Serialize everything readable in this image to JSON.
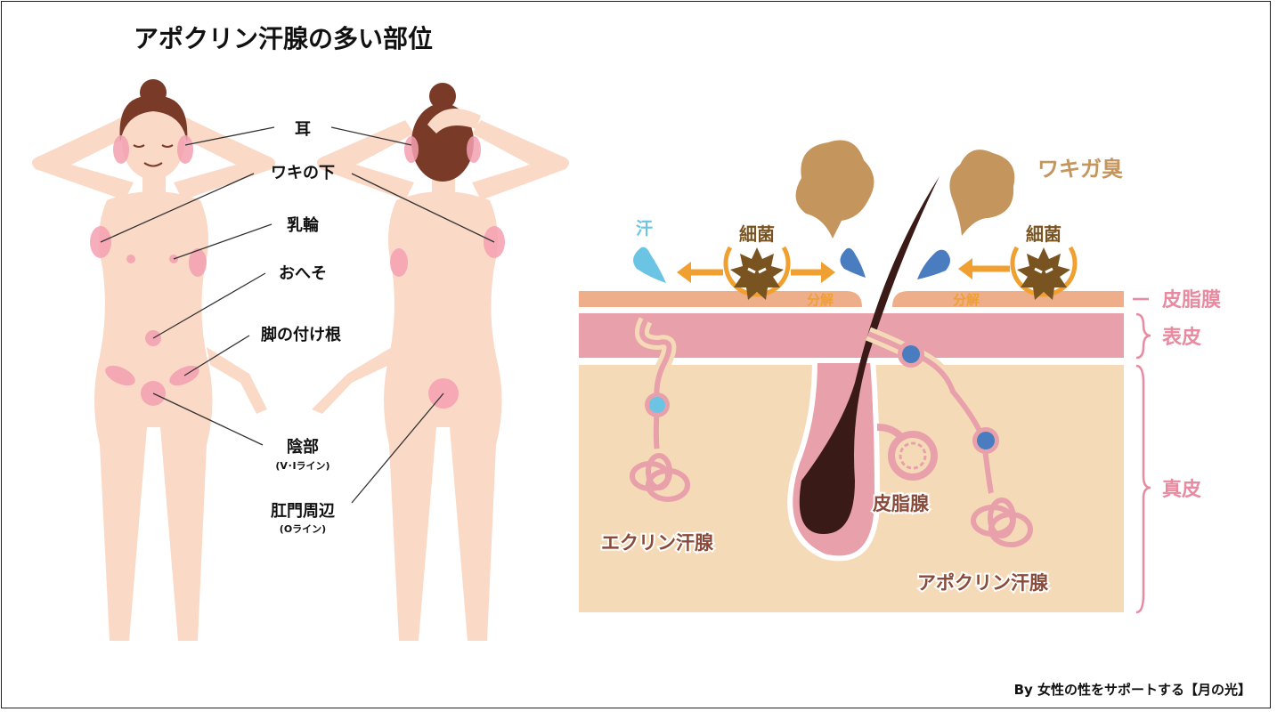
{
  "title": "アポクリン汗腺の多い部位",
  "body_labels": {
    "ear": "耳",
    "armpit": "ワキの下",
    "nipple": "乳輪",
    "navel": "おへそ",
    "groin": "脚の付け根",
    "genital": "陰部",
    "genital_sub": "(V･Iライン)",
    "anus": "肛門周辺",
    "anus_sub": "(Oライン)"
  },
  "skin": {
    "sweat": "汗",
    "bacteria_left": "細菌",
    "bacteria_right": "細菌",
    "decompose_left": "分解",
    "decompose_right": "分解",
    "odor": "ワキガ臭",
    "layer_sebum": "皮脂膜",
    "layer_epidermis": "表皮",
    "layer_dermis": "真皮",
    "eccrine": "エクリン汗腺",
    "sebaceous": "皮脂腺",
    "apocrine": "アポクリン汗腺"
  },
  "credit": "By 女性の性をサポートする【月の光】",
  "colors": {
    "skin": "#fad9c6",
    "spot": "#f4a0b0",
    "sebum": "#eeae8a",
    "epidermis": "#e8a0aa",
    "dermis": "#f5dab8",
    "hair": "#3a1a16",
    "orange": "#f0a030",
    "brown": "#7a5420",
    "odor": "#c4965e",
    "sweat_light": "#6cc4e4",
    "sweat_dark": "#4a7cc0",
    "label_pink": "#e88aa0"
  }
}
